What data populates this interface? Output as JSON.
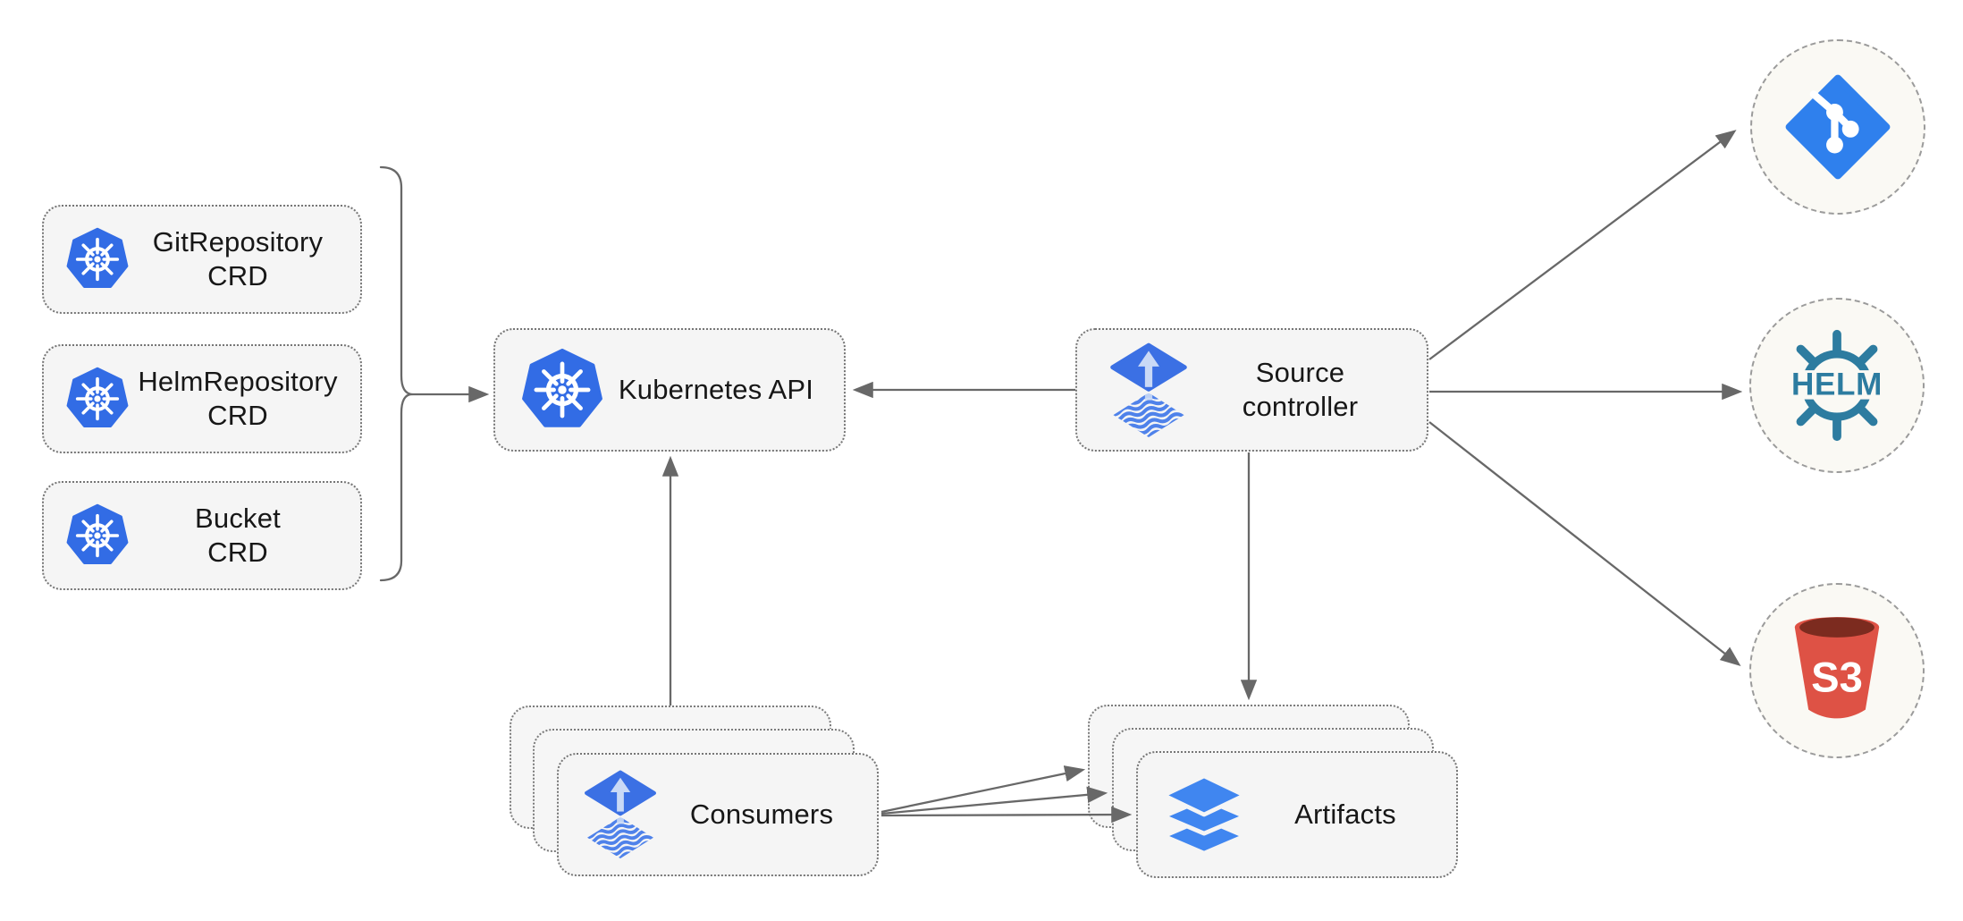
{
  "diagram": {
    "description": "Flux source-controller architecture diagram",
    "nodes": {
      "crds": [
        {
          "label": "GitRepository",
          "sublabel": "CRD",
          "icon": "kubernetes-icon"
        },
        {
          "label": "HelmRepository",
          "sublabel": "CRD",
          "icon": "kubernetes-icon"
        },
        {
          "label": "Bucket",
          "sublabel": "CRD",
          "icon": "kubernetes-icon"
        }
      ],
      "kubernetes_api": {
        "label": "Kubernetes API",
        "icon": "kubernetes-icon"
      },
      "source_controller": {
        "line1": "Source",
        "line2": "controller",
        "icon": "flux-icon"
      },
      "consumers": {
        "label": "Consumers",
        "icon": "flux-icon",
        "stack_count": 3
      },
      "artifacts": {
        "label": "Artifacts",
        "icon": "layers-icon",
        "stack_count": 3
      }
    },
    "sources": {
      "git": {
        "icon": "git-icon"
      },
      "helm": {
        "icon": "helm-icon",
        "text": "HELM"
      },
      "s3": {
        "icon": "s3-bucket-icon",
        "text": "S3"
      }
    },
    "edges": [
      {
        "from": "crd-group-bracket",
        "to": "kubernetes-api"
      },
      {
        "from": "source-controller",
        "to": "kubernetes-api"
      },
      {
        "from": "consumers",
        "to": "kubernetes-api"
      },
      {
        "from": "source-controller",
        "to": "artifacts"
      },
      {
        "from": "source-controller",
        "to": "git"
      },
      {
        "from": "source-controller",
        "to": "helm"
      },
      {
        "from": "source-controller",
        "to": "s3"
      },
      {
        "from": "consumers",
        "to": "artifacts",
        "count": 3
      }
    ],
    "colors": {
      "kubernetes_blue": "#326CE5",
      "flux_blue": "#3B70E4",
      "flux_arrow_light": "#C9D9F6",
      "git_blue": "#2F80ED",
      "helm_teal": "#2D7CA0",
      "s3_red": "#DE5245",
      "s3_dark": "#7C2B1F",
      "layers_blue": "#4086F0",
      "edge_gray": "#686868",
      "node_fill": "#F5F5F5",
      "target_fill": "#FAF9F4"
    }
  }
}
